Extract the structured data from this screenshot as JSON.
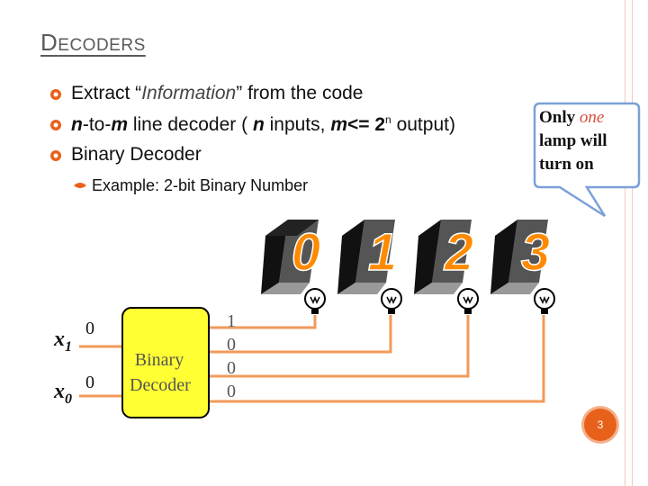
{
  "slide": {
    "title_first": "D",
    "title_rest": "ECODERS",
    "bullets": [
      {
        "pre": "Extract “",
        "em": "Information",
        "post": "” from the code"
      },
      {
        "n": "n",
        "a": "-to-",
        "m": "m",
        "b": " line decoder ( ",
        "n2": "n",
        "c": " inputs, ",
        "m2": "m",
        "d": "<= 2",
        "exp": "n",
        "e": " output)"
      },
      {
        "text": "Binary Decoder"
      }
    ],
    "sub_bullet": "Example: 2-bit Binary Number",
    "callout": {
      "line1_pre": "Only ",
      "line1_em": "one",
      "line2": "lamp will",
      "line3": "turn on"
    },
    "digits": [
      "0",
      "1",
      "2",
      "3"
    ],
    "inputs": [
      {
        "name": "x",
        "sub": "1",
        "value": "0"
      },
      {
        "name": "x",
        "sub": "0",
        "value": "0"
      }
    ],
    "decoder_label_1": "Binary",
    "decoder_label_2": "Decoder",
    "outputs": [
      "1",
      "0",
      "0",
      "0"
    ],
    "page_number": "3"
  },
  "colors": {
    "wire": "#f09a5a",
    "decoder": "#ffff33",
    "callout_border": "#7aa0d8",
    "accent": "#e8611a",
    "em_red": "#d94a3a"
  }
}
